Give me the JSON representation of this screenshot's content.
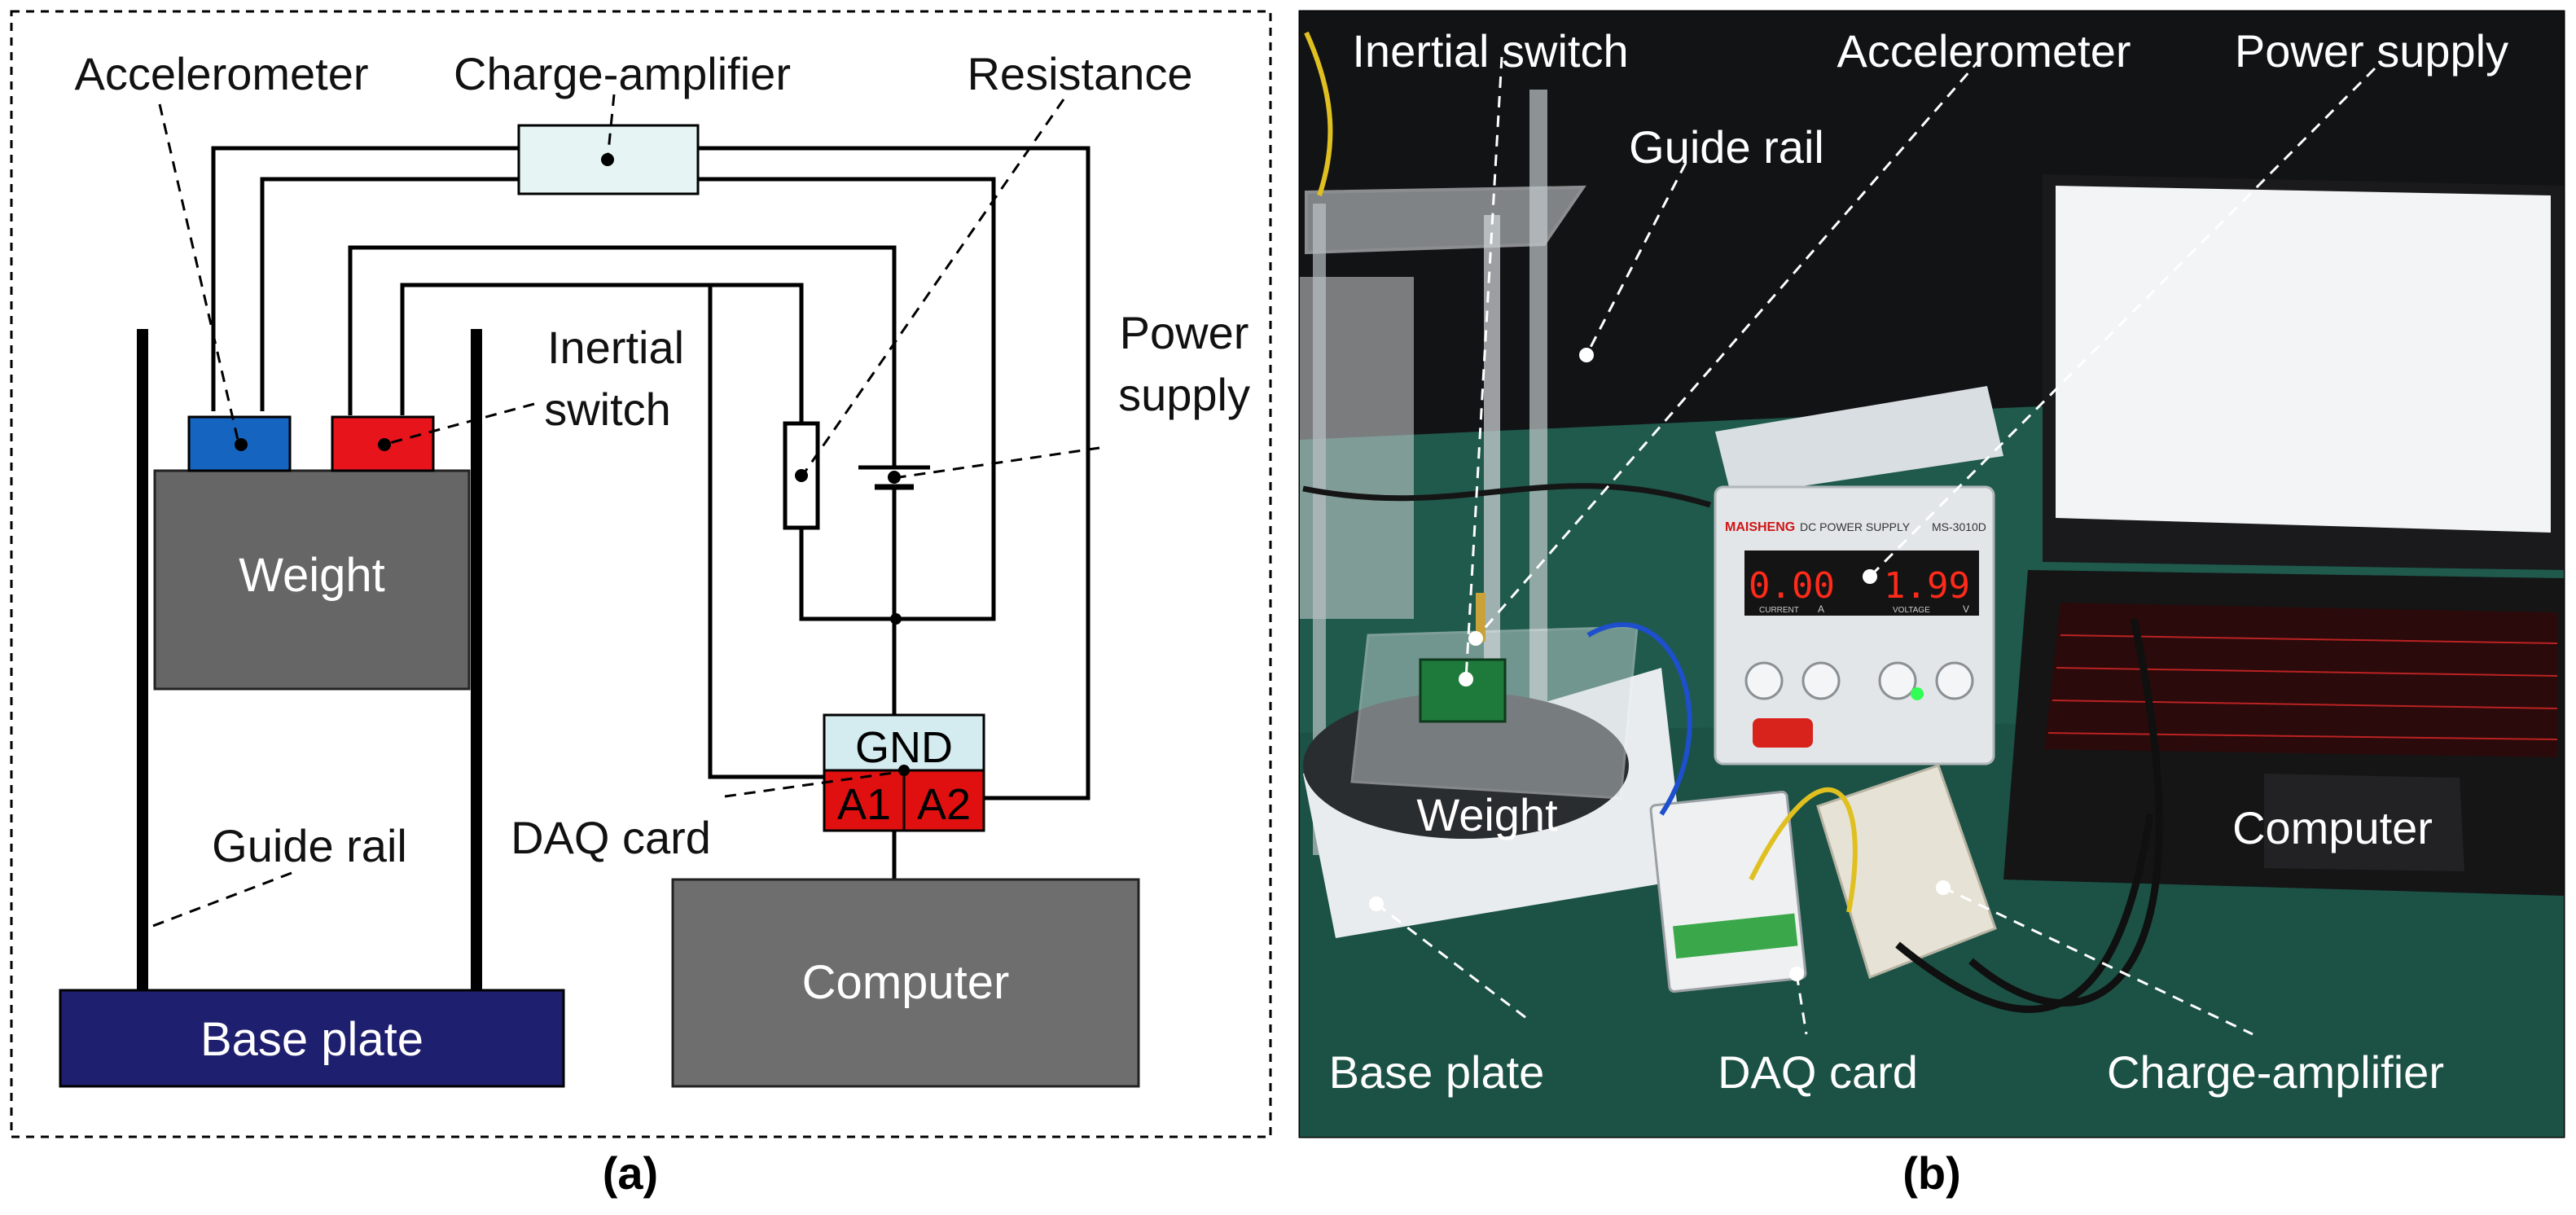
{
  "panel_a": {
    "caption": "(a)",
    "labels": {
      "accelerometer": "Accelerometer",
      "charge_amplifier": "Charge-amplifier",
      "resistance": "Resistance",
      "inertial_switch_line1": "Inertial",
      "inertial_switch_line2": "switch",
      "power_supply_line1": "Power",
      "power_supply_line2": "supply",
      "guide_rail": "Guide rail",
      "daq_card": "DAQ card"
    },
    "blocks": {
      "weight": "Weight",
      "computer": "Computer",
      "base_plate": "Base plate",
      "gnd": "GND",
      "a1": "A1",
      "a2": "A2"
    },
    "colors": {
      "weight": "#666666",
      "computer": "#6e6e6e",
      "base_plate": "#1f1f6f",
      "accelerometer": "#1565c0",
      "inertial_switch": "#e8141c",
      "charge_amplifier": "#e6f4f4",
      "gnd": "#d4ecef",
      "daq_pins": "#e01010"
    }
  },
  "panel_b": {
    "caption": "(b)",
    "labels": {
      "inertial_switch": "Inertial switch",
      "accelerometer": "Accelerometer",
      "power_supply": "Power supply",
      "guide_rail": "Guide rail",
      "weight": "Weight",
      "computer": "Computer",
      "base_plate": "Base plate",
      "daq_card": "DAQ card",
      "charge_amplifier": "Charge-amplifier"
    },
    "power_supply_device": {
      "brand": "MAISHENG",
      "model_text": "DC POWER SUPPLY",
      "model_no": "MS-3010D",
      "current_reading": "0.00",
      "voltage_reading": "1.99",
      "current_label": "CURRENT",
      "current_unit": "A",
      "voltage_label": "VOLTAGE",
      "voltage_unit": "V"
    }
  }
}
